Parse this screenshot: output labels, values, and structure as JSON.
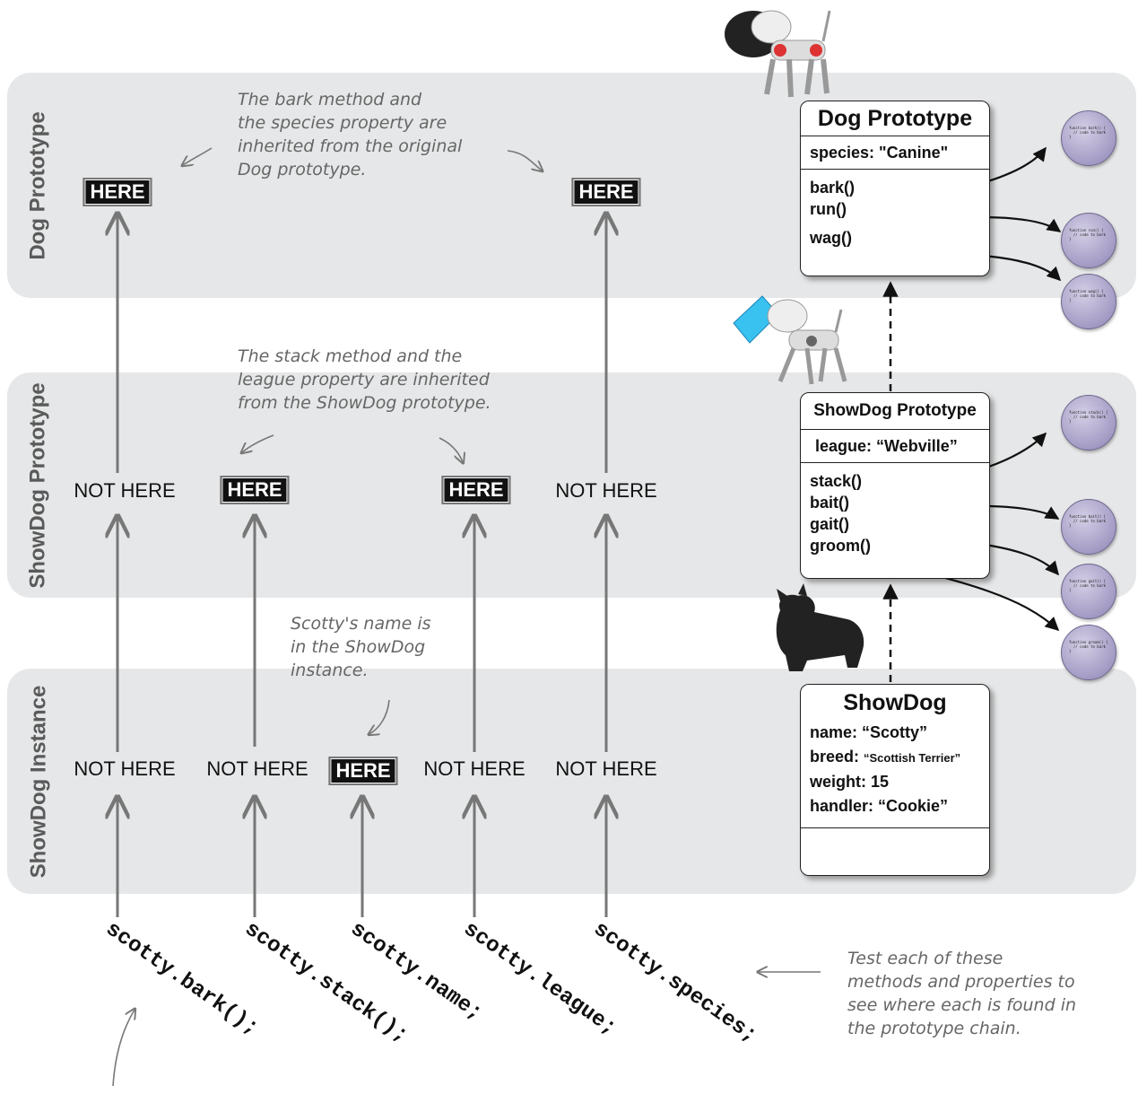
{
  "bands": [
    {
      "label": "Dog Prototype"
    },
    {
      "label": "ShowDog Prototype"
    },
    {
      "label": "ShowDog Instance"
    }
  ],
  "markers": {
    "here": "HERE",
    "not_here": "NOT HERE"
  },
  "notes": {
    "dog_proto": "The bark method and\nthe species property are\ninherited from the original\nDog prototype.",
    "showdog_proto": "The stack method and the\nleague property are inherited\nfrom the ShowDog prototype.",
    "instance": "Scotty's name is\nin the ShowDog\ninstance.",
    "test": "Test each of these\nmethods and properties to\nsee where each is found in\nthe prototype chain."
  },
  "expressions": [
    "scotty.bark();",
    "scotty.stack();",
    "scotty.name;",
    "scotty.league;",
    "scotty.species;"
  ],
  "dog_prototype": {
    "title": "Dog Prototype",
    "properties": [
      "species: \"Canine\""
    ],
    "methods": [
      "bark()",
      "run()",
      "wag()"
    ]
  },
  "showdog_prototype": {
    "title": "ShowDog Prototype",
    "properties": [
      "league: “Webville”"
    ],
    "methods": [
      "stack()",
      "bait()",
      "gait()",
      "groom()"
    ]
  },
  "showdog": {
    "title": "ShowDog",
    "properties": [
      {
        "key": "name: ",
        "value": "“Scotty”"
      },
      {
        "key": "breed: ",
        "value": "“Scottish Terrier”"
      },
      {
        "key": "weight: ",
        "value": "15"
      },
      {
        "key": "handler: ",
        "value": "“Cookie”"
      }
    ]
  },
  "functions": [
    "function bark() {\n  // code to bark\n}",
    "function run() {\n  // code to bark\n}",
    "function wag() {\n  // code to bark\n}",
    "function stack() {\n  // code to bark\n}",
    "function bait() {\n  // code to bark\n}",
    "function gait() {\n  // code to bark\n}",
    "function groom() {\n  // code to bark\n}"
  ]
}
